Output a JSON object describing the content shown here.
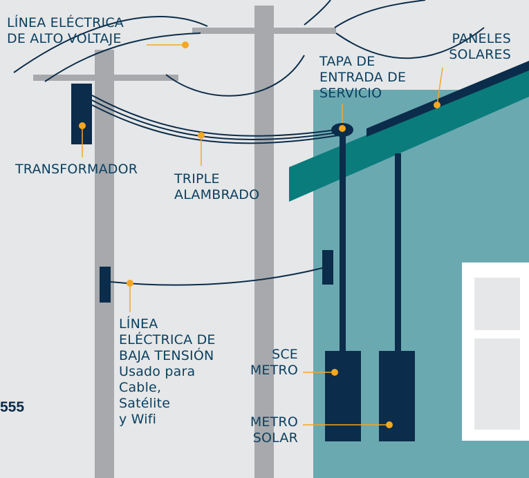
{
  "labels": {
    "high_voltage_line": [
      "LÍNEA ELÉCTRICA",
      "DE ALTO VOLTAJE"
    ],
    "service_cap": [
      "TAPA DE",
      "ENTRADA DE",
      "SERVICIO"
    ],
    "solar_panels": [
      "PANELES",
      "SOLARES"
    ],
    "transformer": "TRANSFORMADOR",
    "triplex": [
      "TRIPLE",
      "ALAMBRADO"
    ],
    "low_voltage_line": [
      "LÍNEA",
      "ELÉCTRICA DE",
      "BAJA TENSIÓN"
    ],
    "low_voltage_use": [
      "Usado para",
      "Cable,",
      "Satélite",
      "y Wifi"
    ],
    "sce_meter": [
      "SCE",
      "METRO"
    ],
    "solar_meter": [
      "METRO",
      "SOLAR"
    ]
  },
  "cut_number": "555",
  "colors": {
    "background": "#e6e7e8",
    "pole": "#a7a9ac",
    "navy": "#0b2c4a",
    "house": "#6ba9b1",
    "roof": "#0a7c7c",
    "window_frame": "#ffffff",
    "window_pane": "#e6e7e8",
    "callout": "#f5a623",
    "text": "#0a3f5f"
  }
}
